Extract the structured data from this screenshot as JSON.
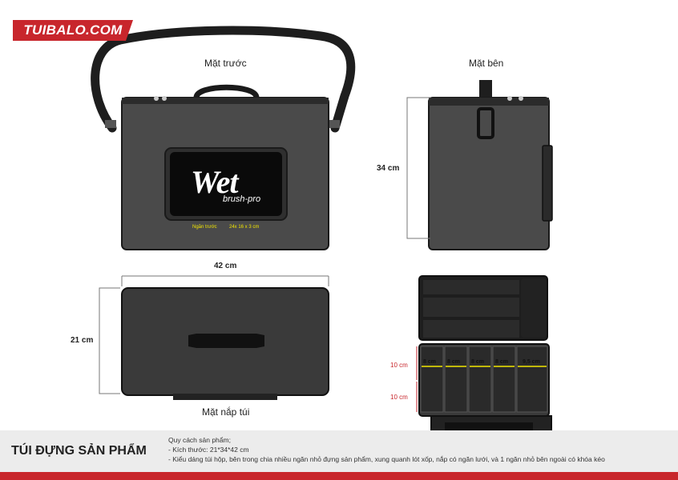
{
  "brand": {
    "name": "TUIBALO.COM",
    "color": "#c8262c"
  },
  "views": {
    "front": "Mặt trước",
    "side": "Mặt bên",
    "lid": "Mặt nắp túi"
  },
  "logo": {
    "main": "Wet",
    "sub": "brush-pro"
  },
  "front_pocket": {
    "label": "Ngăn trước",
    "size": "24x 16 x 3 cm"
  },
  "dimensions": {
    "width": "42 cm",
    "depth": "21 cm",
    "height": "34 cm",
    "compartment_upper": "10 cm",
    "compartment_lower": "10 cm",
    "slots": [
      "8 cm",
      "8 cm",
      "8 cm",
      "8 cm",
      "9,5 cm"
    ]
  },
  "footer": {
    "title": "TÚI ĐỰNG SẢN PHẨM",
    "spec_heading": "Quy cách sản phẩm;",
    "spec_lines": [
      "- Kích thước: 21*34*42 cm",
      "- Kiểu dáng túi hộp, bên trong chia nhiều ngăn nhỏ đựng sản phẩm, xung quanh lót xốp, nắp có ngăn lưới, và 1 ngăn nhỏ bên ngoài có khóa kéo"
    ]
  },
  "colors": {
    "bag": "#4a4a4a",
    "bag_dark": "#2b2b2b",
    "accent": "#c8262c",
    "measure": "#f2e600"
  }
}
